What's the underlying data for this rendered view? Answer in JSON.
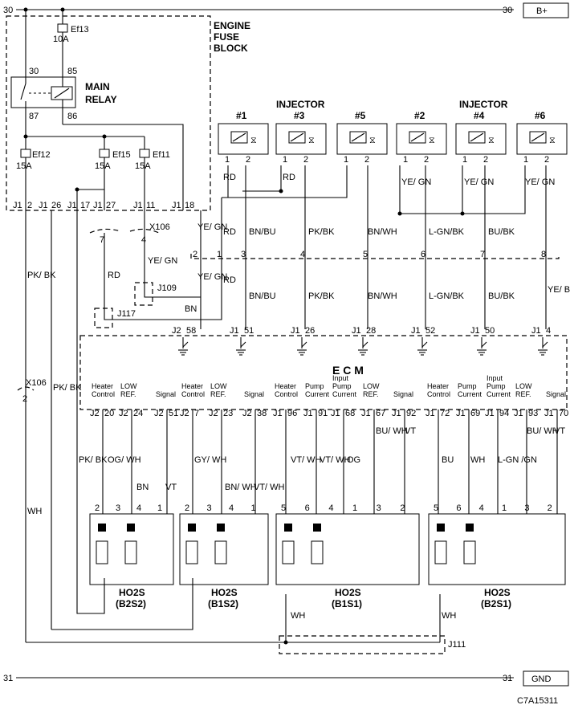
{
  "rails": {
    "top_left": "30",
    "top_right": "30",
    "top_tag": "B+",
    "bottom_left": "31",
    "bottom_right": "31",
    "bottom_tag": "GND"
  },
  "fuse_block": {
    "title": [
      "ENGINE",
      "FUSE",
      "BLOCK"
    ],
    "fuses": [
      {
        "name": "Ef13",
        "rating": "10A"
      },
      {
        "name": "Ef12",
        "rating": "15A"
      },
      {
        "name": "Ef15",
        "rating": "15A"
      },
      {
        "name": "Ef11",
        "rating": "15A"
      }
    ],
    "relay": {
      "title": [
        "MAIN",
        "RELAY"
      ],
      "pins": [
        "30",
        "85",
        "87",
        "86"
      ]
    }
  },
  "injector_title": "INJECTOR",
  "injectors": [
    {
      "label": "#1",
      "wire": "RD",
      "pin": "1"
    },
    {
      "label": "#3",
      "wire": "RD",
      "pin": "3"
    },
    {
      "label": "#5",
      "wire": "",
      "pin": "5"
    },
    {
      "label": "#2",
      "wire": "YE/ GN",
      "pin": "2"
    },
    {
      "label": "#4",
      "wire": "YE/ GN",
      "pin": "4"
    },
    {
      "label": "#6",
      "wire": "YE/ GN",
      "pin": "6"
    }
  ],
  "injector_pins": [
    "1",
    "2"
  ],
  "fuse_block_terminals": [
    "J1",
    "2",
    "J1",
    "26",
    "J1",
    "17",
    "J1",
    "27",
    "J1",
    "11",
    "J1",
    "18"
  ],
  "connector_x106": "X106",
  "splices": [
    "J109",
    "J117",
    "J111"
  ],
  "harness": {
    "pins": [
      "2",
      "1",
      "3",
      "4",
      "5",
      "6",
      "7",
      "8"
    ],
    "wires_upper": [
      "YE/ GN",
      "RD",
      "BN/BU",
      "PK/BK",
      "BN/WH",
      "L-GN/BK",
      "BU/BK"
    ],
    "wires_lower": [
      "YE/ GN",
      "RD",
      "BN/BU",
      "PK/BK",
      "BN/WH",
      "L-GN/BK",
      "BU/BK",
      "YE/ BK"
    ],
    "misc": [
      "RD",
      "YE/ GN",
      "BN",
      "PK/ BK",
      "PK/ BK",
      "WH"
    ]
  },
  "ecm": {
    "title": "E C M",
    "inj_terminals": [
      {
        "conn": "J2",
        "pin": "58"
      },
      {
        "conn": "J1",
        "pin": "51"
      },
      {
        "conn": "J1",
        "pin": "26"
      },
      {
        "conn": "J1",
        "pin": "28"
      },
      {
        "conn": "J1",
        "pin": "52"
      },
      {
        "conn": "J1",
        "pin": "50"
      },
      {
        "conn": "J1",
        "pin": "4"
      }
    ],
    "signals": [
      {
        "name": "Heater Control",
        "conn": "J2",
        "pin": "20"
      },
      {
        "name": "LOW REF.",
        "conn": "J2",
        "pin": "24"
      },
      {
        "name": "Signal",
        "conn": "J2",
        "pin": "51"
      },
      {
        "name": "Heater Control",
        "conn": "J2",
        "pin": "7"
      },
      {
        "name": "LOW REF.",
        "conn": "J2",
        "pin": "23"
      },
      {
        "name": "Signal",
        "conn": "J2",
        "pin": "38"
      },
      {
        "name": "Heater Control",
        "conn": "J1",
        "pin": "96"
      },
      {
        "name": "Pump Current",
        "conn": "J1",
        "pin": "91"
      },
      {
        "name": "Input Pump Current",
        "conn": "J1",
        "pin": "68"
      },
      {
        "name": "LOW REF.",
        "conn": "J1",
        "pin": "67"
      },
      {
        "name": "Signal",
        "conn": "J1",
        "pin": "92"
      },
      {
        "name": "Heater Control",
        "conn": "J1",
        "pin": "72"
      },
      {
        "name": "Pump Current",
        "conn": "J1",
        "pin": "69"
      },
      {
        "name": "Input Pump Current",
        "conn": "J1",
        "pin": "94"
      },
      {
        "name": "LOW REF.",
        "conn": "J1",
        "pin": "93"
      },
      {
        "name": "Signal",
        "conn": "J1",
        "pin": "70"
      }
    ]
  },
  "sensor_wires": [
    "PK/ BK",
    "OG/ WH",
    "BN",
    "VT",
    "GY/ WH",
    "BN/ WH",
    "VT/ WH",
    "VT/ WH",
    "VT/ WH",
    "OG",
    "BU/ WH",
    "VT",
    "BU",
    "WH",
    "L-GN /GN",
    "BU/ WH",
    "VT",
    "WH",
    "WH"
  ],
  "sensors": [
    {
      "name": "HO2S",
      "sub": "(B2S2)",
      "pins": [
        "2",
        "3",
        "4",
        "1"
      ]
    },
    {
      "name": "HO2S",
      "sub": "(B1S2)",
      "pins": [
        "2",
        "3",
        "4",
        "1"
      ]
    },
    {
      "name": "HO2S",
      "sub": "(B1S1)",
      "pins": [
        "5",
        "6",
        "4",
        "1",
        "3",
        "2"
      ]
    },
    {
      "name": "HO2S",
      "sub": "(B2S1)",
      "pins": [
        "5",
        "6",
        "4",
        "1",
        "3",
        "2"
      ]
    }
  ],
  "figure_code": "C7A15311"
}
